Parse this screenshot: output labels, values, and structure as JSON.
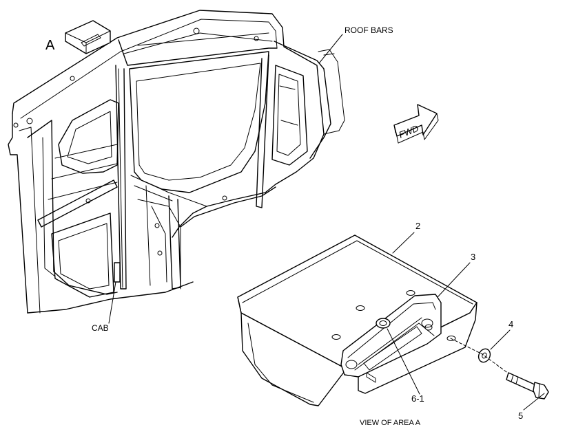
{
  "labels": {
    "view_marker": "A",
    "roof_bars": "ROOF BARS",
    "fwd": "FWD",
    "cab": "CAB",
    "part_2": "2",
    "part_3": "3",
    "part_4": "4",
    "part_5": "5",
    "part_6_1": "6-1",
    "view_caption": "VIEW OF AREA A"
  },
  "icons": {
    "fwd_arrow": "fwd-arrow-icon"
  }
}
